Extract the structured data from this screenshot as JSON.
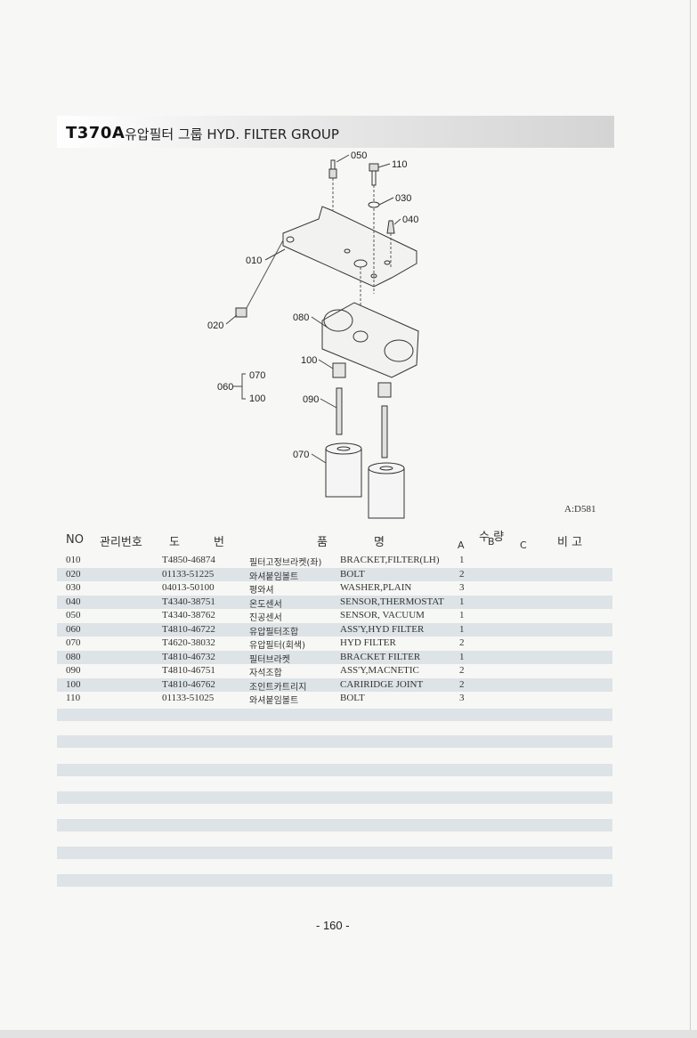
{
  "header": {
    "code": "T370A",
    "title": "유압필터 그룹  HYD. FILTER GROUP"
  },
  "diagram": {
    "callouts": {
      "c050": "050",
      "c110": "110",
      "c030": "030",
      "c040": "040",
      "c010": "010",
      "c020": "020",
      "c080": "080",
      "c100a": "100",
      "c060": "060",
      "c070a": "070",
      "c100b": "100",
      "c090": "090",
      "c070b": "070"
    },
    "illustration_code": "A:D581"
  },
  "table": {
    "headers": {
      "no": "NO",
      "mgmt": "관리번호",
      "do": "도",
      "beon": "번",
      "pum": "품",
      "myeong": "명",
      "qty": "수 량",
      "a": "A",
      "b": "B",
      "c": "C",
      "remark": "비  고"
    },
    "rows": [
      {
        "no": "010",
        "part": "T4850-46874",
        "ko": "필터고정브라켓(좌)",
        "en": "BRACKET,FILTER(LH)",
        "qty": "1"
      },
      {
        "no": "020",
        "part": "01133-51225",
        "ko": "와셔붙임볼트",
        "en": "BOLT",
        "qty": "2"
      },
      {
        "no": "030",
        "part": "04013-50100",
        "ko": "평와셔",
        "en": "WASHER,PLAIN",
        "qty": "3"
      },
      {
        "no": "040",
        "part": "T4340-38751",
        "ko": "온도센서",
        "en": "SENSOR,THERMOSTAT",
        "qty": "1"
      },
      {
        "no": "050",
        "part": "T4340-38762",
        "ko": "진공센서",
        "en": "SENSOR, VACUUM",
        "qty": "1"
      },
      {
        "no": "060",
        "part": "T4810-46722",
        "ko": "유압필터조합",
        "en": "ASS'Y,HYD FILTER",
        "qty": "1"
      },
      {
        "no": "070",
        "part": "T4620-38032",
        "ko": "유압필터(회색)",
        "en": "HYD FILTER",
        "qty": "2"
      },
      {
        "no": "080",
        "part": "T4810-46732",
        "ko": "필터브라켓",
        "en": "BRACKET FILTER",
        "qty": "1"
      },
      {
        "no": "090",
        "part": "T4810-46751",
        "ko": "자석조합",
        "en": "ASS'Y,MACNETIC",
        "qty": "2"
      },
      {
        "no": "100",
        "part": "T4810-46762",
        "ko": "조인트카트리지",
        "en": "CARIRIDGE JOINT",
        "qty": "2"
      },
      {
        "no": "110",
        "part": "01133-51025",
        "ko": "와셔붙임볼트",
        "en": "BOLT",
        "qty": "3"
      }
    ]
  },
  "footer": {
    "page_number": "- 160 -"
  },
  "colors": {
    "row_shade": "#dde3e6",
    "header_gradient_end": "#d4d4d4"
  }
}
